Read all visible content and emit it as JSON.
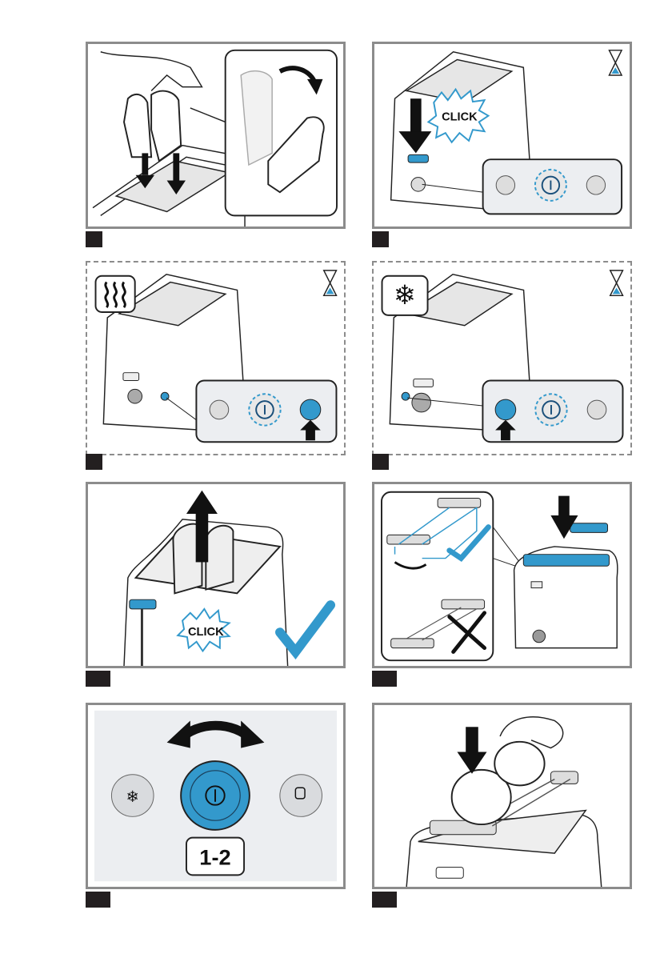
{
  "document": {
    "type": "instruction-manual-illustrations",
    "accent_color": "#3399cc",
    "panel_border_color": "#8c8c8c",
    "label_color": "#231f20"
  },
  "steps": [
    {
      "id": 1,
      "label": "",
      "description": "Insert bread slices into the toaster slots (inset: turn slice)"
    },
    {
      "id": 2,
      "label": "",
      "description": "Press lever down until it clicks; power button lights up",
      "badge": "CLICK",
      "timer_icon": "hourglass-icon"
    },
    {
      "id": 3,
      "label": "",
      "description": "Reheat function: press reheat button",
      "mode_icon": "heat-waves-icon",
      "timer_icon": "hourglass-icon"
    },
    {
      "id": 4,
      "label": "",
      "description": "Defrost function: press defrost button",
      "mode_icon": "snowflake-icon",
      "timer_icon": "hourglass-icon"
    },
    {
      "id": 5,
      "label": "",
      "description": "Toast pops up with a click",
      "badge": "CLICK"
    },
    {
      "id": 6,
      "label": "",
      "description": "Attach bun warming rack correctly"
    },
    {
      "id": 7,
      "label": "",
      "description": "Turn the browning dial",
      "setting_value": "1-2"
    },
    {
      "id": 8,
      "label": "",
      "description": "Place rolls on the warming rack"
    }
  ],
  "control_panel": {
    "buttons": [
      "defrost-button",
      "power-dial",
      "reheat-button"
    ]
  }
}
